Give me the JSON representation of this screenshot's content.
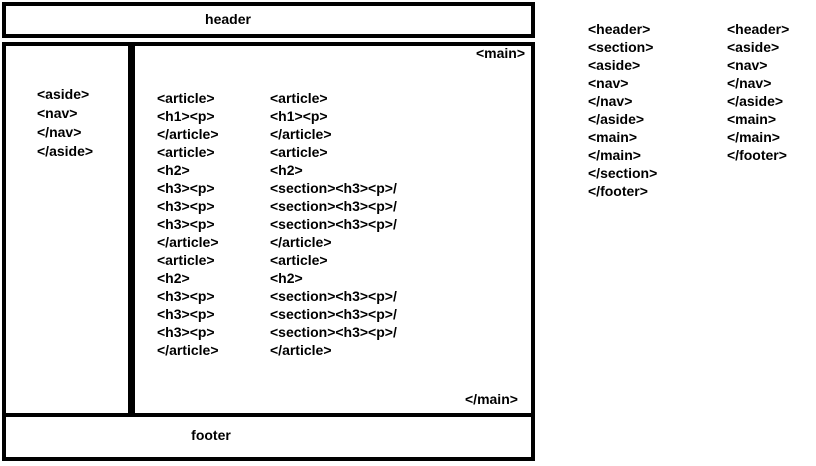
{
  "colors": {
    "line": "#000000",
    "background": "#ffffff"
  },
  "diagram": {
    "header_label": "header",
    "footer_label": "footer",
    "main_open_label": "<main>",
    "main_close_label": "</main>",
    "aside_lines": [
      "<aside>",
      "<nav>",
      "</nav>",
      "</aside>"
    ],
    "main_col1": [
      "<article>",
      "<h1><p>",
      "</article>",
      "<article>",
      "<h2>",
      "<h3><p>",
      "<h3><p>",
      "<h3><p>",
      "</article>",
      "<article>",
      "<h2>",
      "<h3><p>",
      "<h3><p>",
      "<h3><p>",
      "</article>"
    ],
    "main_col2": [
      "<article>",
      "<h1><p>",
      "</article>",
      "<article>",
      "<h2>",
      "<section><h3><p>/",
      "<section><h3><p>/",
      "<section><h3><p>/",
      "</article>",
      "<article>",
      "<h2>",
      "<section><h3><p>/",
      "<section><h3><p>/",
      "<section><h3><p>/",
      "</article>"
    ],
    "right_col1": [
      "<header>",
      "<section>",
      "<aside>",
      "<nav>",
      "</nav>",
      "</aside>",
      "<main>",
      "</main>",
      "</section>",
      "</footer>"
    ],
    "right_col2": [
      "<header>",
      "<aside>",
      "<nav>",
      "</nav>",
      "</aside>",
      "<main>",
      "</main>",
      "</footer>"
    ]
  }
}
